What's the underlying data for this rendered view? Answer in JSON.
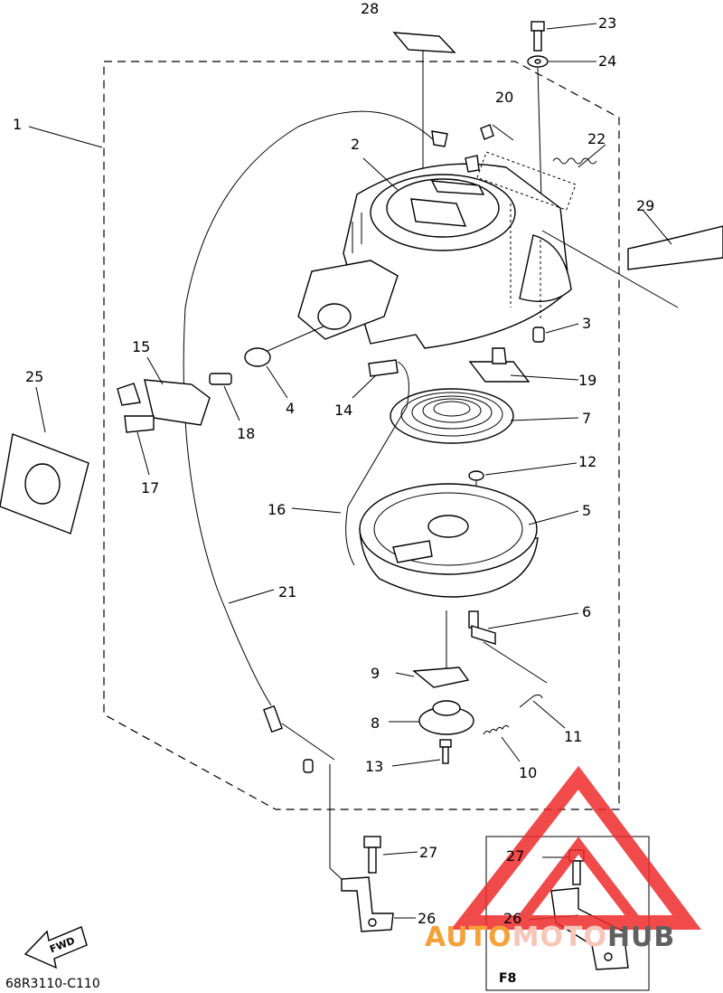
{
  "diagram_code": "68R3110-C110",
  "fwd_label": "FWD",
  "inset_label": "F8",
  "watermark": {
    "part1": "AUTO",
    "part2": "MOTO",
    "part3": "HUB",
    "color1": "#f4a13a",
    "color2": "#f7c6b8",
    "color3": "#606060",
    "triangle_color": "#ee2b2b"
  },
  "callouts": {
    "c1": "1",
    "c2": "2",
    "c3": "3",
    "c4": "4",
    "c5": "5",
    "c6": "6",
    "c7": "7",
    "c8": "8",
    "c9": "9",
    "c10": "10",
    "c11": "11",
    "c12": "12",
    "c13": "13",
    "c14": "14",
    "c15": "15",
    "c16": "16",
    "c17": "17",
    "c18": "18",
    "c19": "19",
    "c20": "20",
    "c21": "21",
    "c22": "22",
    "c23": "23",
    "c24": "24",
    "c25": "25",
    "c26": "26",
    "c27": "27",
    "c28": "28",
    "c29": "29",
    "c26_inset": "26",
    "c27_inset": "27"
  }
}
